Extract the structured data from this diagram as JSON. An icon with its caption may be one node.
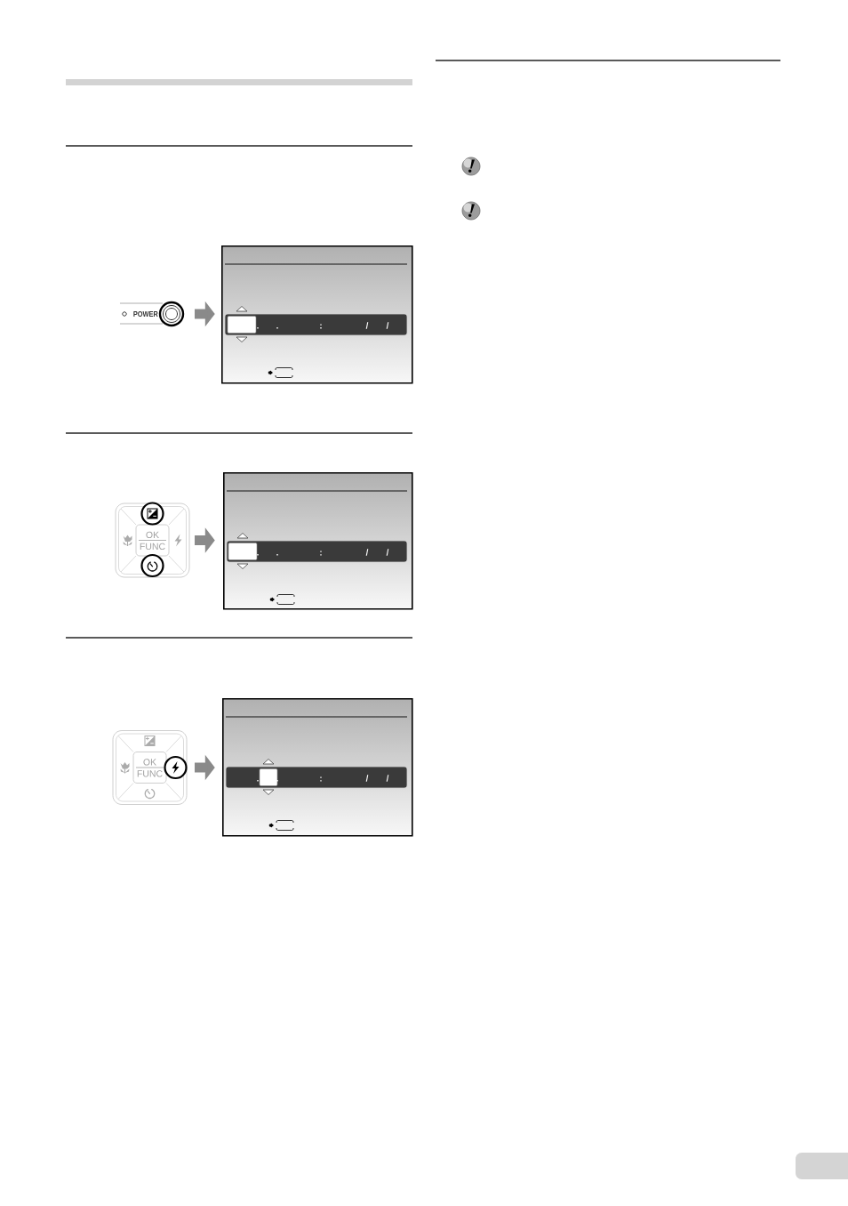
{
  "diagram": {
    "nodes": [
      {
        "text": [
          "POWER"
        ]
      },
      {
        "text": [
          ".",
          ".",
          ":",
          "/",
          "/"
        ]
      },
      {
        "text": [
          "OK",
          "FUNC"
        ]
      },
      {
        "text": [
          ".",
          ".",
          ":",
          "/",
          "/"
        ]
      },
      {
        "text": [
          "OK",
          "FUNC"
        ]
      },
      {
        "text": [
          ".",
          ".",
          ":",
          "/",
          "/"
        ]
      }
    ],
    "edges": [
      {
        "from": 0,
        "to": 1,
        "arrow": "to"
      },
      {
        "from": 2,
        "to": 3,
        "arrow": "to"
      },
      {
        "from": 4,
        "to": 5,
        "arrow": "to"
      }
    ]
  }
}
